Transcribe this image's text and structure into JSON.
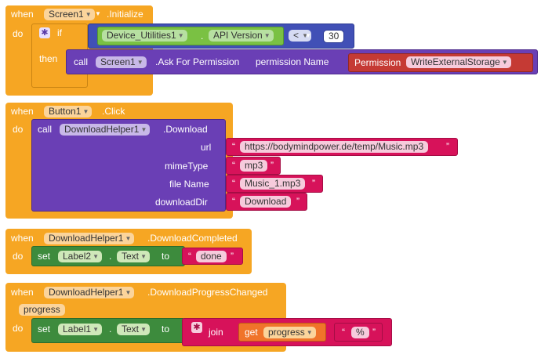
{
  "keywords": {
    "when": "when",
    "do": "do",
    "if": "if",
    "then": "then",
    "call": "call",
    "set": "set",
    "to": "to",
    "join": "join",
    "get": "get",
    "dot": "."
  },
  "block1": {
    "component": "Screen1",
    "event": ".Initialize",
    "compare_component": "Device_Utilities1",
    "compare_property": "API Version",
    "operator": "<",
    "number": "30",
    "call_component": "Screen1",
    "call_method": ".Ask For Permission",
    "param_label": "permission Name",
    "perm_block": "Permission",
    "perm_value": "WriteExternalStorage"
  },
  "block2": {
    "component": "Button1",
    "event": ".Click",
    "call_component": "DownloadHelper1",
    "call_method": ".Download",
    "params": [
      {
        "label": "url",
        "value": "https://bodymindpower.de/temp/Music.mp3"
      },
      {
        "label": "mimeType",
        "value": "mp3"
      },
      {
        "label": "file Name",
        "value": "Music_1.mp3"
      },
      {
        "label": "downloadDir",
        "value": "Download"
      }
    ]
  },
  "block3": {
    "component": "DownloadHelper1",
    "event": ".DownloadCompleted",
    "target": "Label2",
    "property": "Text",
    "value": "done"
  },
  "block4": {
    "component": "DownloadHelper1",
    "event": ".DownloadProgressChanged",
    "param": "progress",
    "target": "Label1",
    "property": "Text",
    "get_var": "progress",
    "suffix": "%"
  },
  "colors": {
    "event": "#f6a623",
    "procedure": "#6a3fb5",
    "logic": "#4150b6",
    "component": "#7ac143",
    "setter": "#3d8b3d",
    "text": "#d7125a",
    "permission": "#c53a34",
    "variable": "#f0742a"
  }
}
